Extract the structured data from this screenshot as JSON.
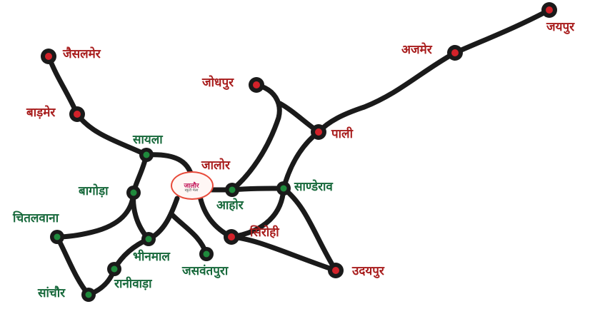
{
  "colors": {
    "road": "#1a1a1a",
    "red_node": "#d3222a",
    "green_node": "#1f8a3c",
    "red_label": "#a81c1c",
    "green_label": "#16683a"
  },
  "logo": {
    "text": "जालौर",
    "subtext": "स्कूटी मेला"
  },
  "places": {
    "jaipur": "जयपुर",
    "ajmer": "अजमेर",
    "jaisalmer": "जैसलमेर",
    "jodhpur": "जोधपुर",
    "barmer": "बाड़मेर",
    "pali": "पाली",
    "sayla": "सायला",
    "jalore": "जालोर",
    "bagoda": "बागोड़ा",
    "ahore": "आहोर",
    "sanderao": "साण्डेराव",
    "chitalwana": "चितलवाना",
    "sirohi": "सिरोही",
    "bhinmal": "भीनमाल",
    "jaswantpura": "जसवंतपुरा",
    "udaipur": "उदयपुर",
    "raniwara": "रानीवाड़ा",
    "sanchore": "सांचौर"
  }
}
